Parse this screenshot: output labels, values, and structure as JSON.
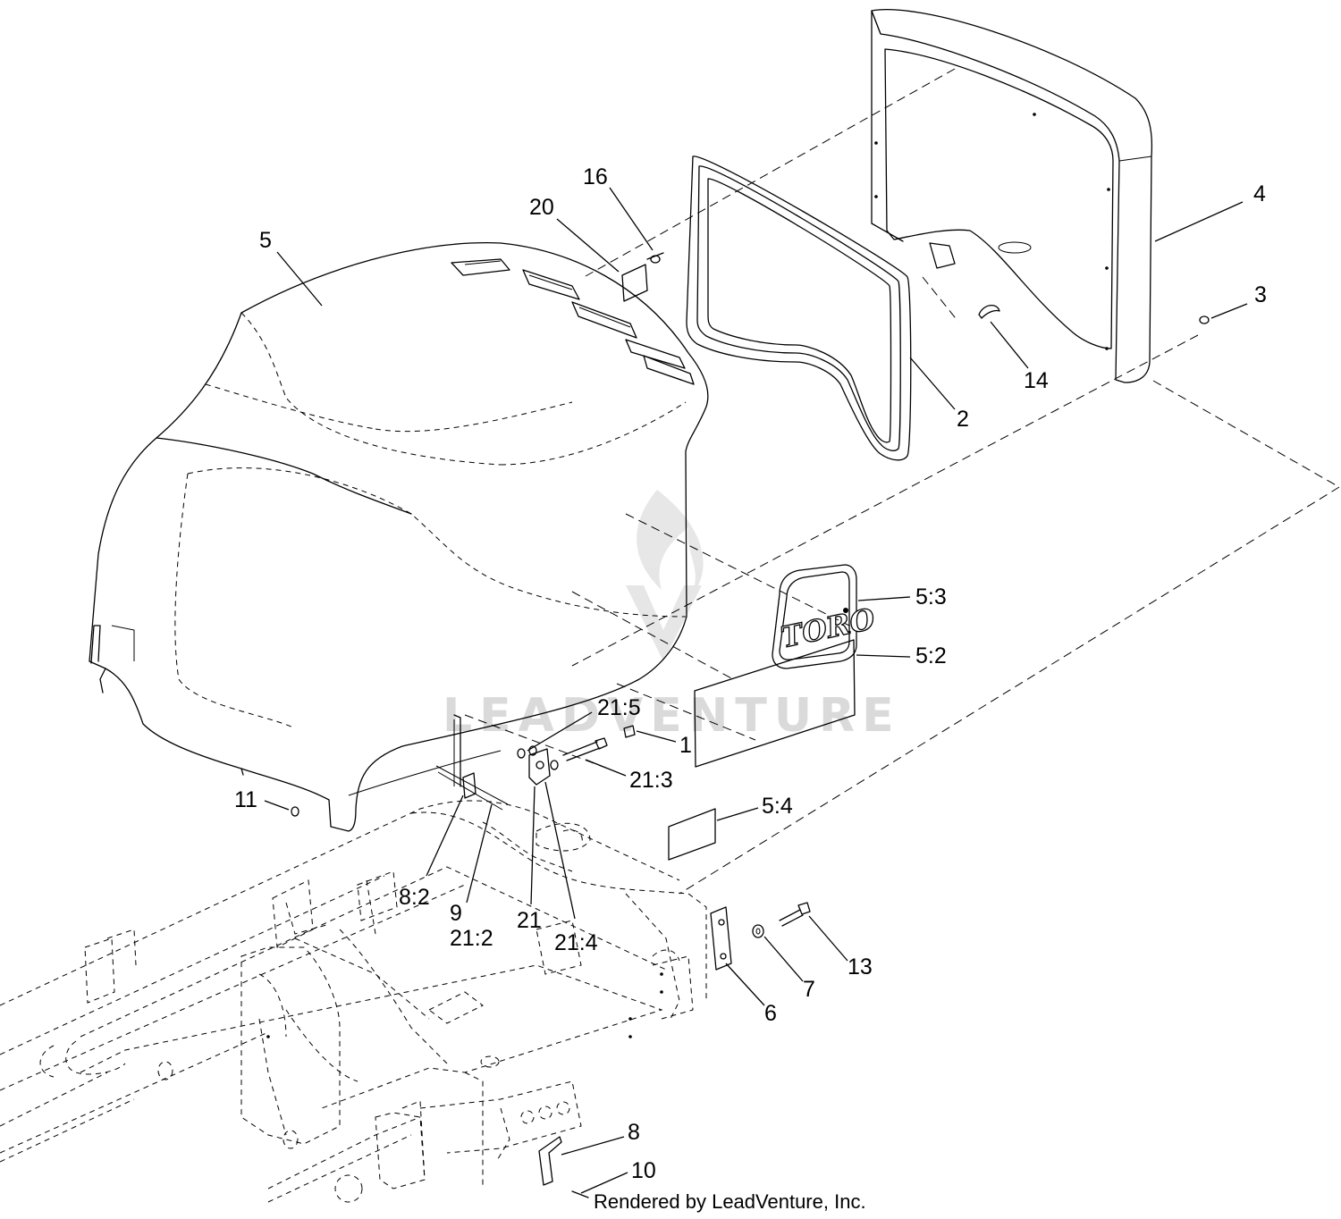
{
  "diagram": {
    "watermark": "LEADVENTURE",
    "credit": "Rendered by LeadVenture, Inc.",
    "logo_text": "TORO",
    "callouts": [
      {
        "id": "c-16",
        "label": "16"
      },
      {
        "id": "c-20",
        "label": "20"
      },
      {
        "id": "c-5",
        "label": "5"
      },
      {
        "id": "c-4",
        "label": "4"
      },
      {
        "id": "c-3",
        "label": "3"
      },
      {
        "id": "c-14",
        "label": "14"
      },
      {
        "id": "c-2",
        "label": "2"
      },
      {
        "id": "c-5-3",
        "label": "5:3"
      },
      {
        "id": "c-5-2",
        "label": "5:2"
      },
      {
        "id": "c-21-5",
        "label": "21:5"
      },
      {
        "id": "c-1",
        "label": "1"
      },
      {
        "id": "c-21-3",
        "label": "21:3"
      },
      {
        "id": "c-11",
        "label": "11"
      },
      {
        "id": "c-5-4",
        "label": "5:4"
      },
      {
        "id": "c-8-2",
        "label": "8:2"
      },
      {
        "id": "c-9",
        "label": "9"
      },
      {
        "id": "c-21-2",
        "label": "21:2"
      },
      {
        "id": "c-21",
        "label": "21"
      },
      {
        "id": "c-21-4",
        "label": "21:4"
      },
      {
        "id": "c-13",
        "label": "13"
      },
      {
        "id": "c-7",
        "label": "7"
      },
      {
        "id": "c-6",
        "label": "6"
      },
      {
        "id": "c-8",
        "label": "8"
      },
      {
        "id": "c-10",
        "label": "10"
      }
    ]
  }
}
